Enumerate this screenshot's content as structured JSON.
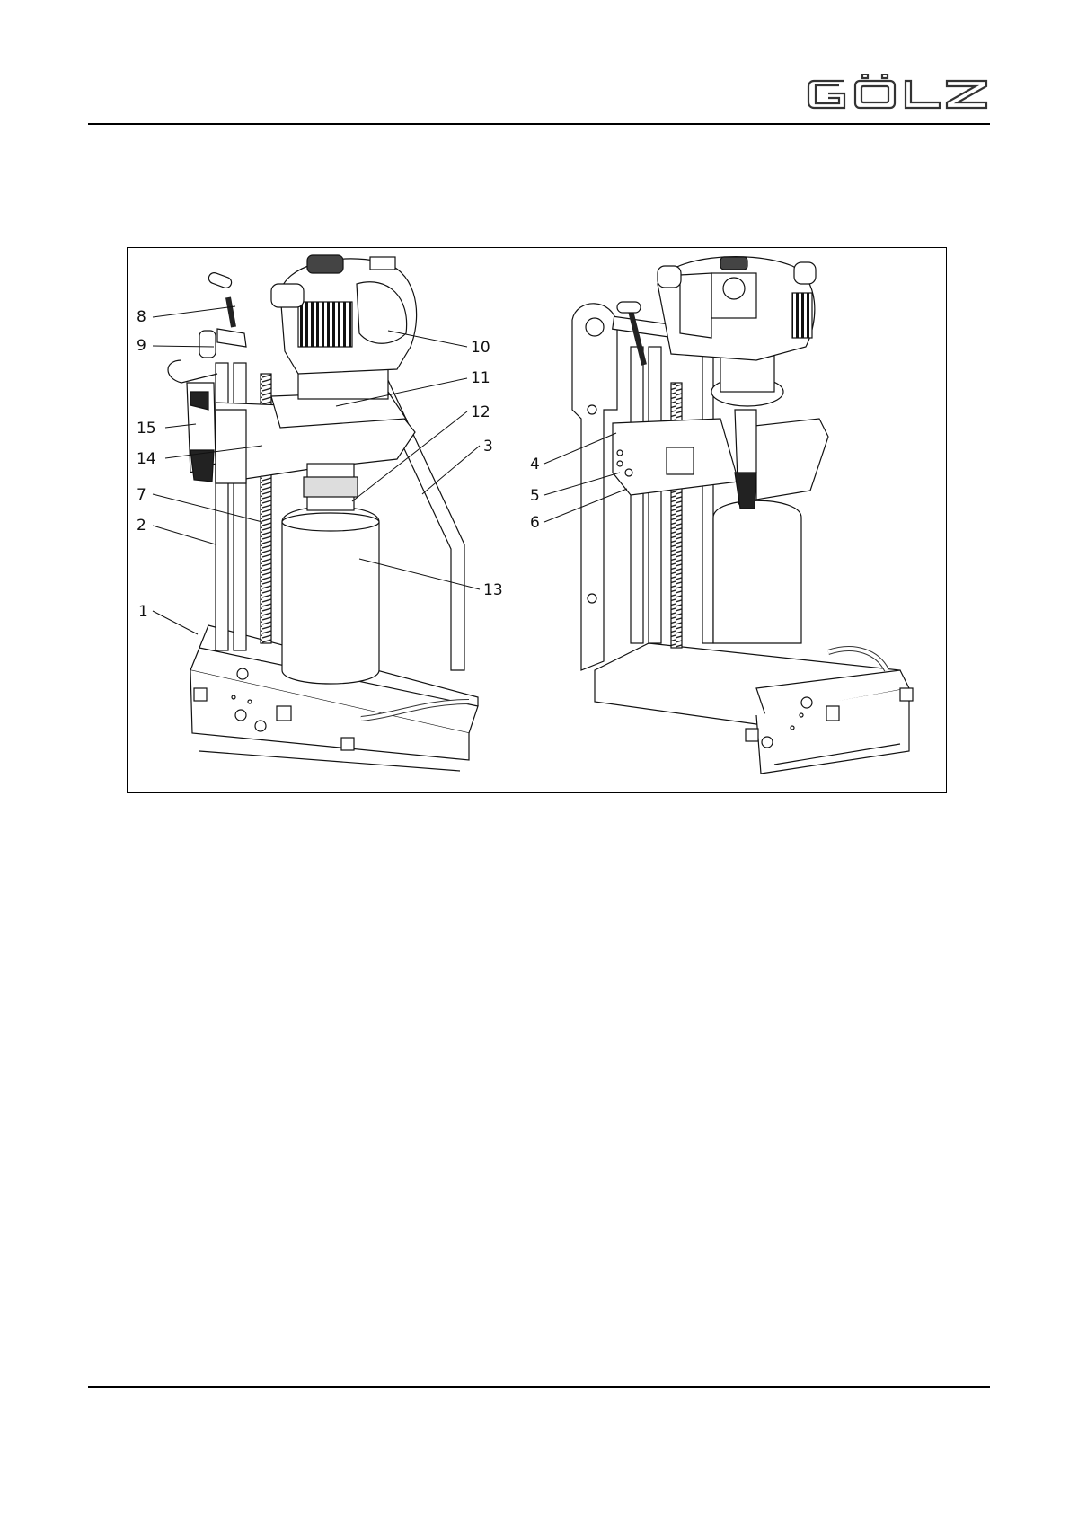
{
  "header": {
    "logo_text": "GÖLZ"
  },
  "figure": {
    "left_view_callouts": [
      "8",
      "9",
      "15",
      "14",
      "7",
      "2",
      "1",
      "10",
      "11",
      "12",
      "3",
      "13"
    ],
    "right_view_callouts": [
      "4",
      "5",
      "6"
    ]
  },
  "colors": {
    "line": "#000000",
    "background": "#ffffff"
  }
}
